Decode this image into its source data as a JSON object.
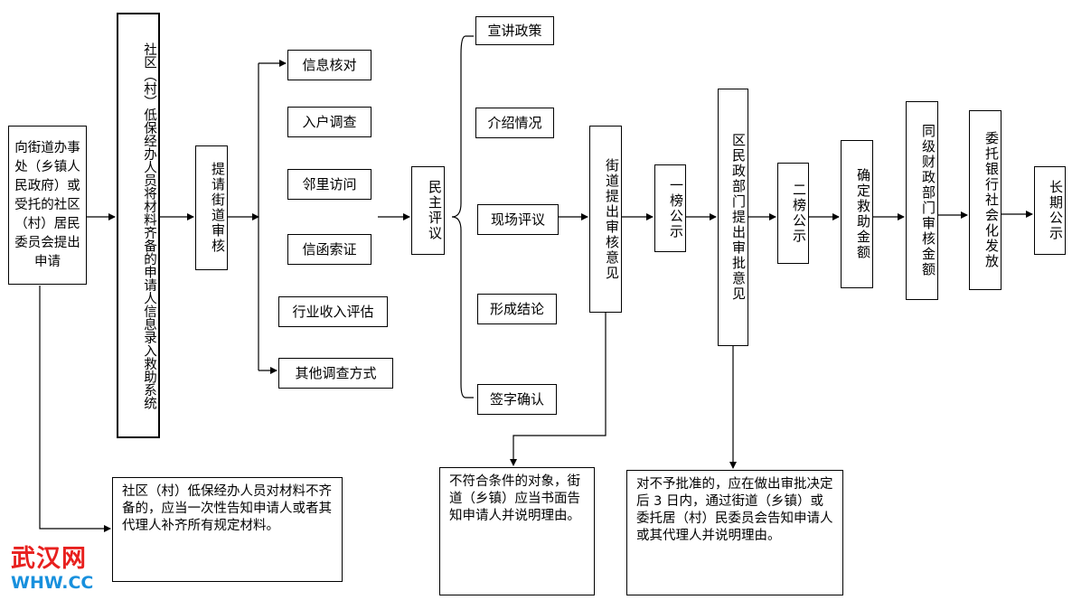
{
  "boxes": {
    "apply": "向街道办事处（乡镇人民政府）或受托的社区（村）居民委员会提出申请",
    "community_entry": "社区（村）低保经办人员将材料齐备的申请人信息录入救助系统",
    "street_review": "提请街道审核",
    "info_check": "信息核对",
    "home_survey": "入户调查",
    "neighbor_visit": "邻里访问",
    "letter_evidence": "信函索证",
    "industry_income": "行业收入评估",
    "other_methods": "其他调查方式",
    "democratic_review": "民主评议",
    "promote_policy": "宣讲政策",
    "introduce_situation": "介绍情况",
    "onsite_review": "现场评议",
    "form_conclusion": "形成结论",
    "sign_confirm": "签字确认",
    "street_opinion": "街道提出审核意见",
    "first_publicity": "一榜公示",
    "district_opinion": "区民政部门提出审批意见",
    "second_publicity": "二榜公示",
    "determine_amount": "确定救助金额",
    "finance_review": "同级财政部门审核金额",
    "bank_distribution": "委托银行社会化发放",
    "long_publicity": "长期公示"
  },
  "notes": {
    "incomplete_materials": "社区（村）低保经办人员对材料不齐备的，应当一次性告知申请人或者其代理人补齐所有规定材料。",
    "not_qualified": "不符合条件的对象，街道（乡镇）应当书面告知申请人并说明理由。",
    "not_approved": "对不予批准的，应在做出审批决定后 3 日内，通过街道（乡镇）或委托居（村）民委员会告知申请人或其代理人并说明理由。"
  },
  "watermark": {
    "name": "武汉网",
    "domain": "WHW.CC"
  },
  "colors": {
    "line": "#000000",
    "watermark_red": "#e8201e",
    "watermark_blue": "#1890dd"
  }
}
